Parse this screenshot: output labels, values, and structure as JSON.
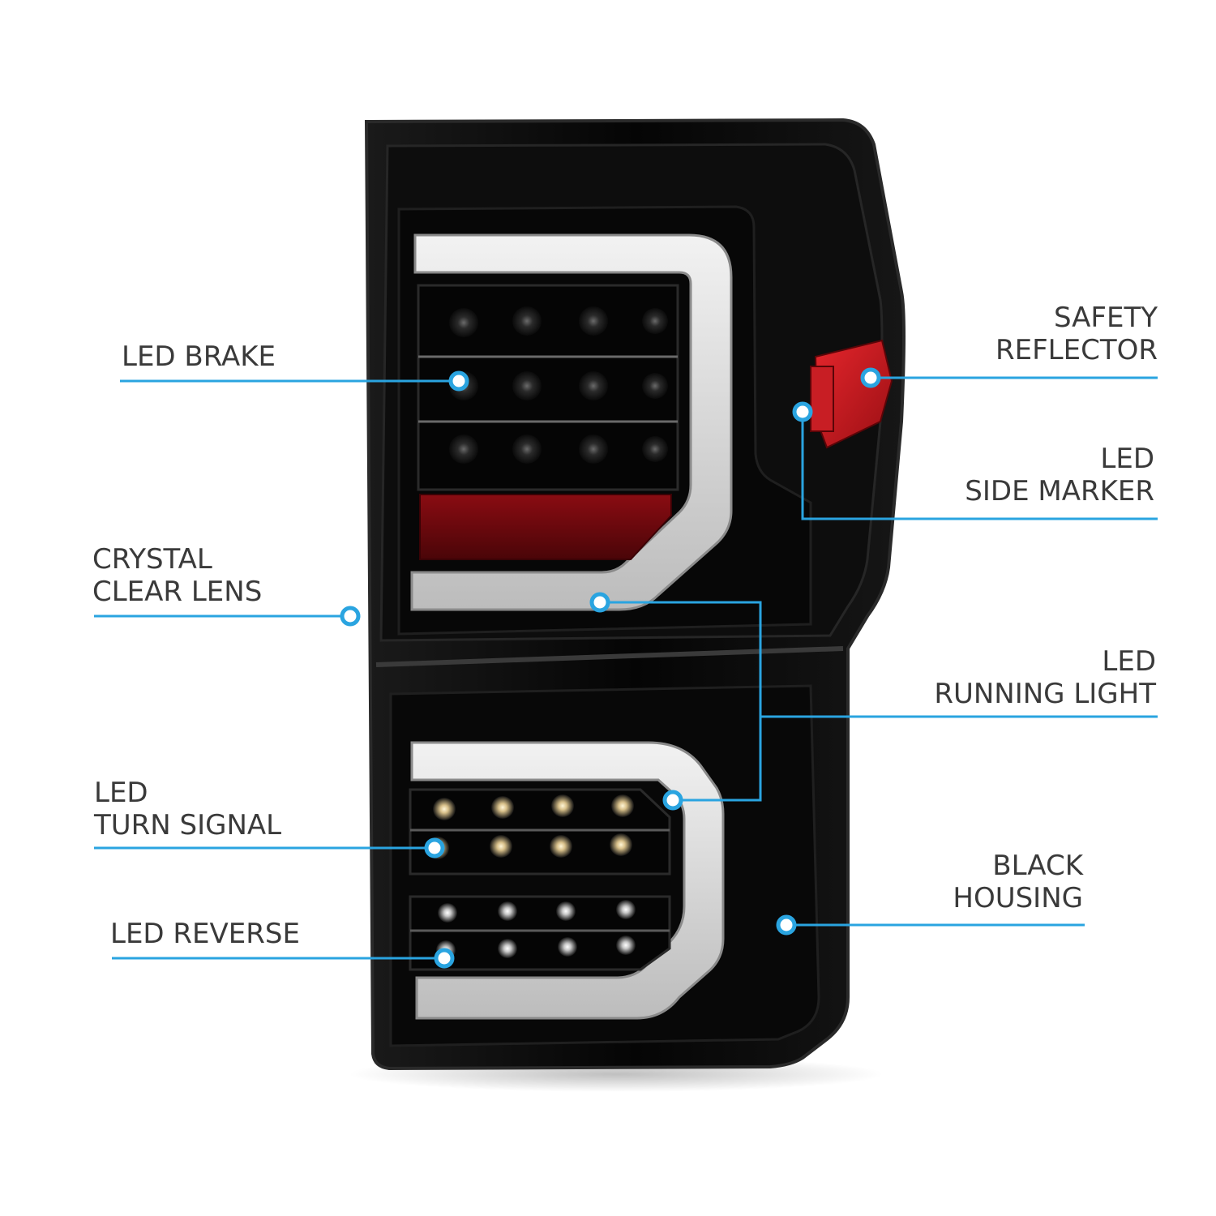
{
  "colors": {
    "callout": "#2aa4e0",
    "housing": "#0a0a0a",
    "light_bar": "#d8d8d8",
    "reflector": "#c0141c",
    "label_text": "#3a3a3a"
  },
  "callouts": {
    "led_brake": {
      "line1": "LED BRAKE"
    },
    "crystal_clear_lens": {
      "line1": "CRYSTAL",
      "line2": "CLEAR LENS"
    },
    "led_turn_signal": {
      "line1": "LED",
      "line2": "TURN SIGNAL"
    },
    "led_reverse": {
      "line1": "LED REVERSE"
    },
    "safety_reflector": {
      "line1": "SAFETY",
      "line2": "REFLECTOR"
    },
    "led_side_marker": {
      "line1": "LED",
      "line2": "SIDE MARKER"
    },
    "led_running_light": {
      "line1": "LED",
      "line2": "RUNNING LIGHT"
    },
    "black_housing": {
      "line1": "BLACK",
      "line2": "HOUSING"
    }
  }
}
